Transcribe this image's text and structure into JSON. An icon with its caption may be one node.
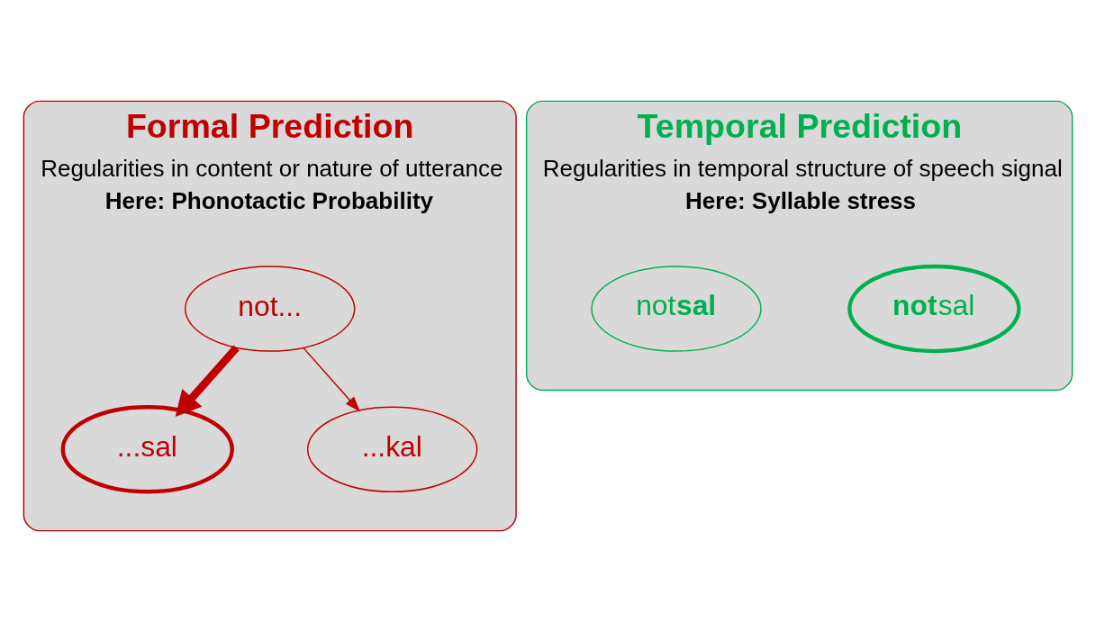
{
  "diagram": {
    "nodes": [
      {
        "text": [
          "Formal Prediction",
          "Regularities in content or nature of utterance",
          "Here: Phonotactic Probability"
        ]
      },
      {
        "text": [
          "not..."
        ],
        "in": 0
      },
      {
        "text": [
          "...sal"
        ],
        "in": 0
      },
      {
        "text": [
          "...kal"
        ],
        "in": 0
      },
      {
        "text": [
          "Temporal Prediction",
          "Regularities in temporal structure of speech signal",
          "Here: Syllable stress"
        ]
      },
      {
        "text": [
          "**not**sal"
        ],
        "in": 4
      },
      {
        "text": [
          "not**sal**"
        ],
        "in": 4
      }
    ],
    "edges": [
      {
        "from": 1,
        "to": 2,
        "arrow": "to",
        "style": "thick"
      },
      {
        "from": 1,
        "to": 3,
        "arrow": "to"
      }
    ]
  }
}
